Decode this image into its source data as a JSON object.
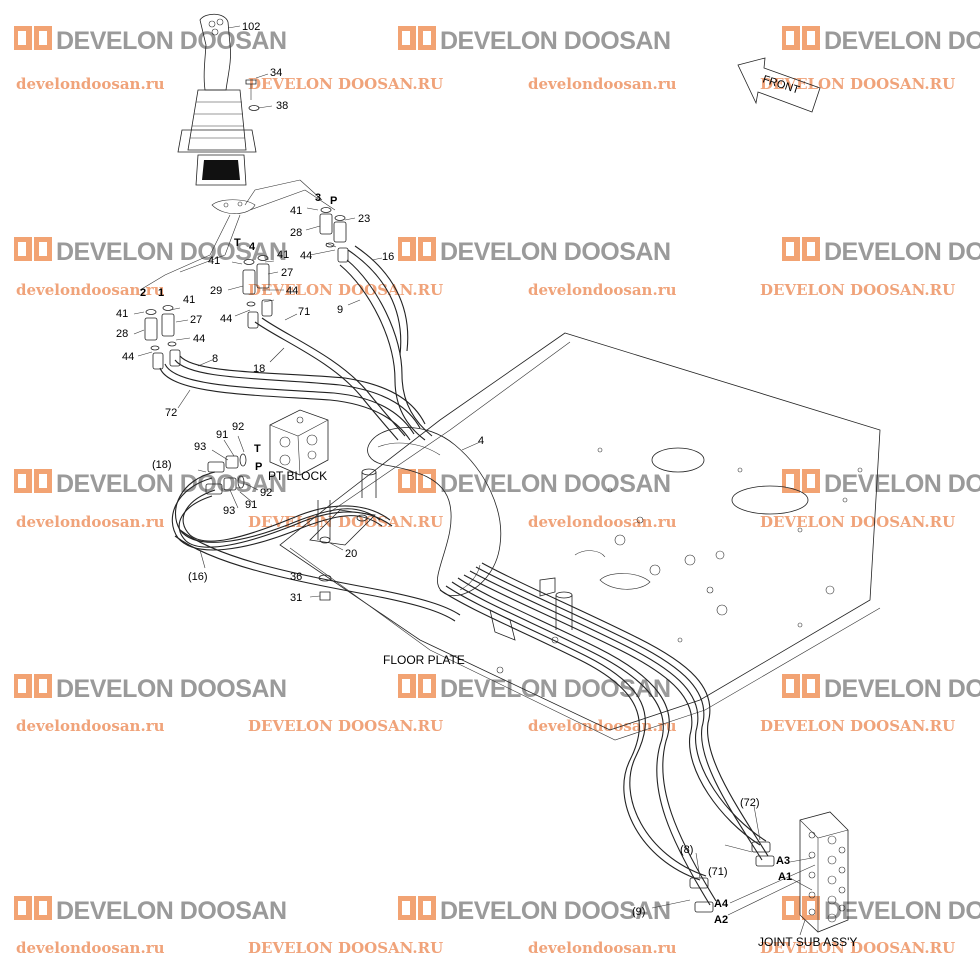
{
  "watermark": {
    "brand": "DEVELON DOOSAN",
    "url_lower": "develondoosan.ru",
    "url_upper": "DEVELON DOOSAN.RU"
  },
  "direction": {
    "label": "FRONT"
  },
  "captions": {
    "pt_block": "PT BLOCK",
    "floor_plate": "FLOOR PLATE",
    "joint_sub_assy": "JOINT SUB ASS'Y"
  },
  "ports": {
    "t_top": "T",
    "p_top": "P",
    "n3": "3",
    "n4": "4",
    "n2": "2",
    "n1": "1",
    "t_block": "T",
    "p_block": "P",
    "a3": "A3",
    "a1": "A1",
    "a4": "A4",
    "a2": "A2"
  },
  "parts": {
    "p102": "102",
    "p34": "34",
    "p38": "38",
    "p41a": "41",
    "p23": "23",
    "p28a": "28",
    "p41b": "41",
    "p41c": "41",
    "p44a": "44",
    "p16": "16",
    "p27a": "27",
    "p29": "29",
    "p44b": "44",
    "p9": "9",
    "p41d": "41",
    "p41e": "41",
    "p27b": "27",
    "p71": "71",
    "p44c": "44",
    "p28b": "28",
    "p44d": "44",
    "p44e": "44",
    "p18": "18",
    "p8": "8",
    "p72": "72",
    "p92a": "92",
    "p93a": "93",
    "p91a": "91",
    "p4": "4",
    "p18r": "(18)",
    "p92b": "92",
    "p93b": "93",
    "p91b": "91",
    "p16r": "(16)",
    "p20": "20",
    "p36": "36",
    "p31": "31",
    "p72r": "(72)",
    "p8r": "(8)",
    "p71r": "(71)",
    "p9r": "(9)"
  }
}
